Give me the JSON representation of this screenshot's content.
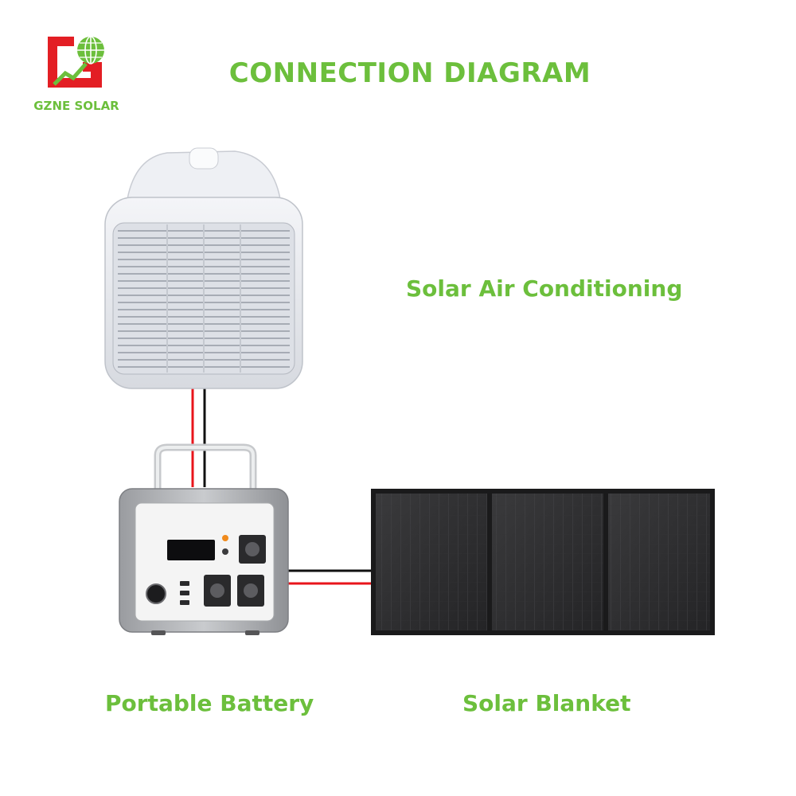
{
  "brand": {
    "name": "GZNE SOLAR",
    "logo_colors": {
      "red": "#e31e24",
      "green": "#6cbf3c"
    }
  },
  "title": "CONNECTION DIAGRAM",
  "components": {
    "air_conditioner": {
      "label": "Solar Air Conditioning"
    },
    "battery": {
      "label": "Portable Battery"
    },
    "solar_blanket": {
      "label": "Solar Blanket"
    }
  },
  "wires": {
    "positive_color": "#e8141b",
    "negative_color": "#111111"
  },
  "colors": {
    "accent": "#6cbf3c",
    "background": "#ffffff"
  }
}
